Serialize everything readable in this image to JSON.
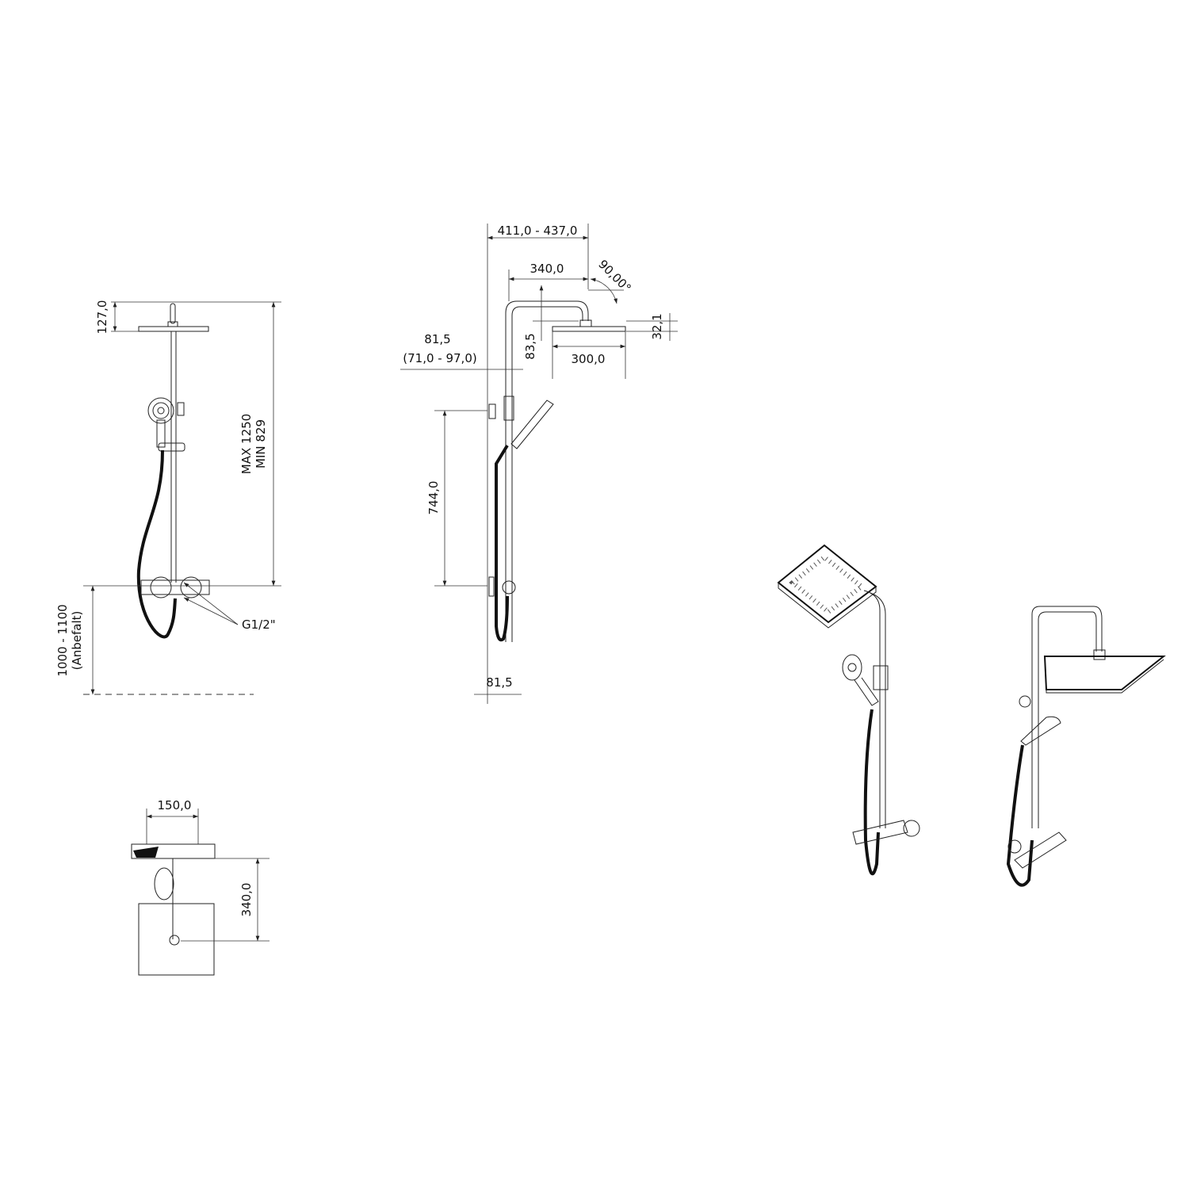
{
  "front_view": {
    "dim_head_height": "127,0",
    "dim_max": "MAX 1250",
    "dim_min": "MIN 829",
    "dim_install_height": "1000 - 1100",
    "dim_install_note": "(Anbefalt)",
    "thread_label": "G1/2\""
  },
  "side_view": {
    "dim_total_reach": "411,0 - 437,0",
    "dim_arm": "340,0",
    "dim_angle": "90,00°",
    "dim_head_thickness": "32,1",
    "dim_arm_drop": "83,5",
    "dim_head_width": "300,0",
    "dim_wall_offset": "81,5",
    "dim_wall_offset_range": "(71,0 - 97,0)",
    "dim_bracket_spacing": "744,0",
    "dim_bottom_offset": "81,5"
  },
  "top_view": {
    "dim_inlet_spacing": "150,0",
    "dim_projection": "340,0"
  }
}
